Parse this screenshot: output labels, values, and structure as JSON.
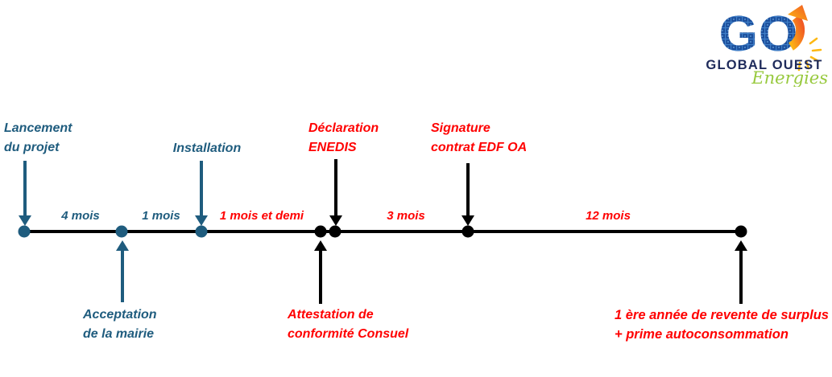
{
  "logo": {
    "monogram": "GO",
    "company": "GLOBAL OUEST",
    "tagline": "Energies",
    "colors": {
      "panel_blue": "#1C4F9C",
      "navy": "#1F2B5B",
      "orange": "#F7941D",
      "green": "#97C93D"
    }
  },
  "timeline": {
    "colors": {
      "teal": "#1F5C7E",
      "red": "#FF0000",
      "line": "#000000"
    },
    "milestones_above": [
      {
        "id": "lancement",
        "line1": "Lancement",
        "line2": "du projet",
        "color": "teal"
      },
      {
        "id": "installation",
        "line1": "Installation",
        "line2": "",
        "color": "teal"
      },
      {
        "id": "declaration-enedis",
        "line1": "Déclaration",
        "line2": "ENEDIS",
        "color": "red"
      },
      {
        "id": "signature-edf-oa",
        "line1": "Signature",
        "line2": "contrat EDF OA",
        "color": "red"
      }
    ],
    "milestones_below": [
      {
        "id": "acceptation-mairie",
        "line1": "Acceptation",
        "line2": "de la mairie",
        "color": "teal"
      },
      {
        "id": "attestation-consuel",
        "line1": "Attestation de",
        "line2": "conformité Consuel",
        "color": "red"
      },
      {
        "id": "revente-surplus",
        "line1": "1 ère année de revente de surplus",
        "line2": "+ prime autoconsommation",
        "color": "red"
      }
    ],
    "durations": [
      {
        "label": "4 mois",
        "color": "teal"
      },
      {
        "label": "1 mois",
        "color": "teal"
      },
      {
        "label": "1 mois et demi",
        "color": "red"
      },
      {
        "label": "3 mois",
        "color": "red"
      },
      {
        "label": "12 mois",
        "color": "red"
      }
    ]
  }
}
